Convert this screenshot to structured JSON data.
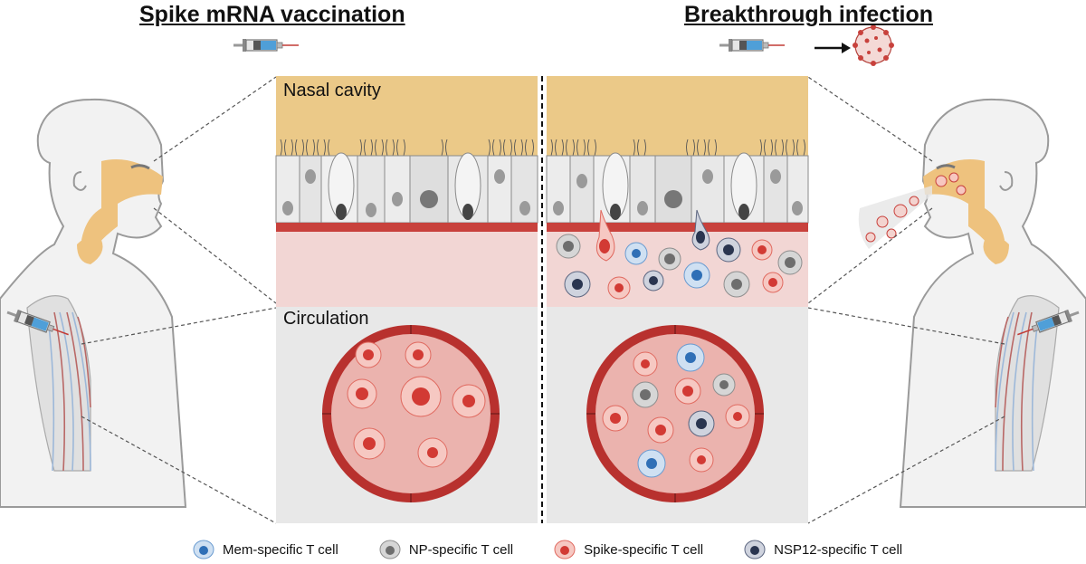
{
  "titles": {
    "left": "Spike mRNA vaccination",
    "right": "Breakthrough infection"
  },
  "panels": {
    "nasal": "Nasal cavity",
    "circulation": "Circulation"
  },
  "legend": [
    {
      "label": "Mem-specific T cell",
      "color": "#2f6fb6",
      "fill": "#cfe0f2",
      "stroke": "#6a9bd0"
    },
    {
      "label": "NP-specific T cell",
      "color": "#6e6e6e",
      "fill": "#d6d6d6",
      "stroke": "#8e8e8e"
    },
    {
      "label": "Spike-specific T cell",
      "color": "#d23a34",
      "fill": "#f6c8c2",
      "stroke": "#e06a60"
    },
    {
      "label": "NSP12-specific T cell",
      "color": "#2a3550",
      "fill": "#cfd3de",
      "stroke": "#5c6680"
    }
  ],
  "colors": {
    "mucus": "#ebc988",
    "tissue": "#f2d6d4",
    "basement": "#c8413c",
    "circulation_bg": "#e8e8e8",
    "vessel": "#b8312e",
    "vessel_lumen": "#ebb3ae",
    "nasal_anatomy": "#eec27e",
    "skin": "#f2f2f2"
  }
}
